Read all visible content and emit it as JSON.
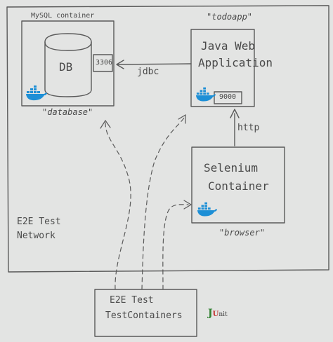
{
  "network": {
    "label_line1": "E2E Test",
    "label_line2": "Network"
  },
  "mysql": {
    "title": "MySQL container",
    "db_label": "DB",
    "port": "3306",
    "alias": "\"database\""
  },
  "app": {
    "alias": "\"todoapp\"",
    "line1": "Java Web",
    "line2": "Application",
    "port": "9000"
  },
  "selenium": {
    "line1": "Selenium",
    "line2": "Container",
    "alias": "\"browser\""
  },
  "connections": {
    "jdbc": "jdbc",
    "http": "http"
  },
  "test": {
    "line1": "E2E Test",
    "line2": "TestContainers"
  },
  "junit": {
    "j": "J",
    "u": "U",
    "rest": "nit"
  },
  "colors": {
    "docker_blue": "#1d8fd6",
    "pencil": "#4a4a4a",
    "paper": "#e3e4e3"
  },
  "icons": {
    "docker": "docker-whale-icon"
  }
}
